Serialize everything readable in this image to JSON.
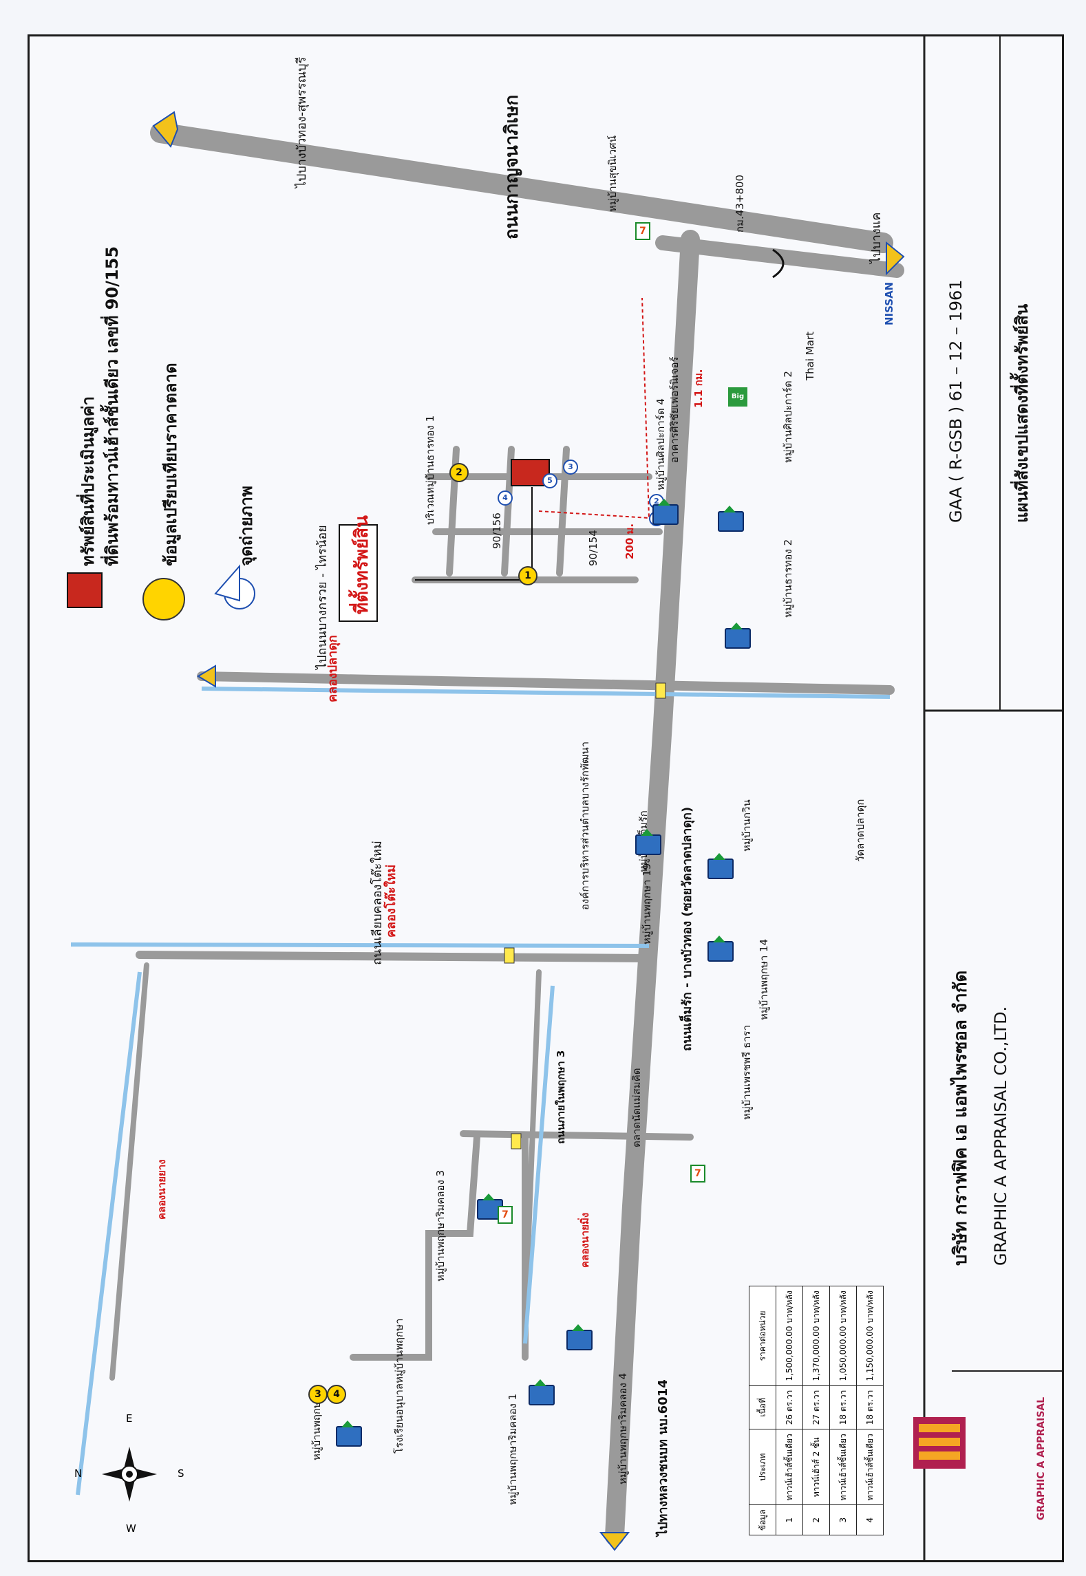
{
  "legend": {
    "subject_property": "ทรัพย์สินที่ประเมินมูลค่า",
    "subject_detail": "ที่ดินพร้อมทาวน์เฮ้าส์ชั้นเดียว เลขที่ 90/155",
    "comparables": "ข้อมูลเปรียบเทียบราคาตลาด",
    "photo_points": "จุดถ่ายภาพ"
  },
  "map_labels": {
    "subject_callout": "ที่ตั้งทรัพย์สิน",
    "road_main_top": "ถนนกาญจนาภิเษก",
    "road_to_bangbuathong": "ไปบางบัวทอง-สุพรรณบุรี",
    "to_bangkhae": "ไปบางแค",
    "km_marker": "กม.43+800",
    "to_bangkruai": "ไปถนนบางกรวย - ไทรน้อย",
    "canal_pladuk": "คลองปลาดุก",
    "canal_khoi_mai": "คลองโต๊ะใหม่",
    "road_khoi_mai": "ถนนเลียบคลองโต๊ะใหม่",
    "road_tem_rak": "ถนนเต็มรัก - บางบัวทอง (ซอยวัดลาดปลาดุก)",
    "road_phruksa3": "ถนนภายในพฤกษา 3",
    "canal_nai_yang": "คลองนายยาง",
    "canal_nai_ming": "คลองนายมิ่ง",
    "to_highway": "ไปทางหลวงชนบท นบ.6014",
    "dist_200": "200 ม.",
    "dist_11km": "1.1 กม.",
    "lot_156": "90/156",
    "lot_154": "90/154",
    "vicinity": "บริเวณหมู่บ้านธารทอง 1",
    "thai_mart": "Thai Mart",
    "nissan": "NISSAN",
    "big_c": "Big",
    "seven": "7",
    "compass_n": "N",
    "compass_e": "E",
    "compass_s": "S",
    "compass_w": "W",
    "villages": {
      "suk_niwet": "หมู่บ้านสุขนิเวศน์",
      "sinprakarn4": "หมู่บ้านศิลปะการ์ด 4",
      "sriroy": "อาคารศิริชัยเฟอร์นิเจอร์",
      "sinprakarn2": "หมู่บ้านศิลปะการ์ด 2",
      "thanthong2": "หมู่บ้านธารทอง 2",
      "tem_rak": "หมู่บ้านเต็มรัก",
      "kawin": "หมู่บ้านกวิน",
      "oborjor": "องค์การบริหารส่วนตำบลบางรักพัฒนา",
      "phruksa19": "หมู่บ้านพฤกษา 19",
      "phruksa14": "หมู่บ้านพฤกษา 14",
      "thara": "หมู่บ้านเพรชพรี ธารา",
      "market": "ตลาดนัดแม่สมคิด",
      "phruksa_klong3": "หมู่บ้านพฤกษาริมคลอง 3",
      "phruksa_klong4": "หมู่บ้านพฤกษาริมคลอง 4",
      "phruksa_klong1": "หมู่บ้านพฤกษาริมคลอง 1",
      "school": "โรงเรียนอนุบาลหมู่บ้านพฤกษา",
      "phruksa3": "หมู่บ้านพฤกษา 3",
      "wat": "วัดลาดปลาดุก"
    }
  },
  "comparables_table": {
    "headers": [
      "ข้อมูล",
      "ประเภท",
      "เนื้อที่",
      "ราคาต่อหน่วย"
    ],
    "rows": [
      [
        "1",
        "ทาวน์เฮ้าส์ชั้นเดียว",
        "26 ตร.วา",
        "1,500,000.00 บาท/หลัง"
      ],
      [
        "2",
        "ทาวน์เฮ้าส์ 2 ชั้น",
        "27 ตร.วา",
        "1,370,000.00 บาท/หลัง"
      ],
      [
        "3",
        "ทาวน์เฮ้าส์ชั้นเดียว",
        "18 ตร.วา",
        "1,050,000.00 บาท/หลัง"
      ],
      [
        "4",
        "ทาวน์เฮ้าส์ชั้นเดียว",
        "18 ตร.วา",
        "1,150,000.00 บาท/หลัง"
      ]
    ]
  },
  "title_block": {
    "company_th": "บริษัท  กราฟฟิค  เอ  แอพไพรซอล  จำกัด",
    "company_en": "GRAPHIC  A  APPRAISAL  CO.,LTD.",
    "logo_text": "GRAPHIC A APPRAISAL",
    "doc_code": "GAA ( R-GSB ) 61 – 12 – 1961",
    "doc_title": "แผนที่สังเขปแสดงที่ตั้งทรัพย์สิน"
  },
  "colors": {
    "road": "#9a9a9a",
    "canal": "#8ec3ea",
    "subject": "#c8281e",
    "pin": "#ffd400",
    "arrow": "#f2c21b",
    "accent_red": "#d31717"
  }
}
